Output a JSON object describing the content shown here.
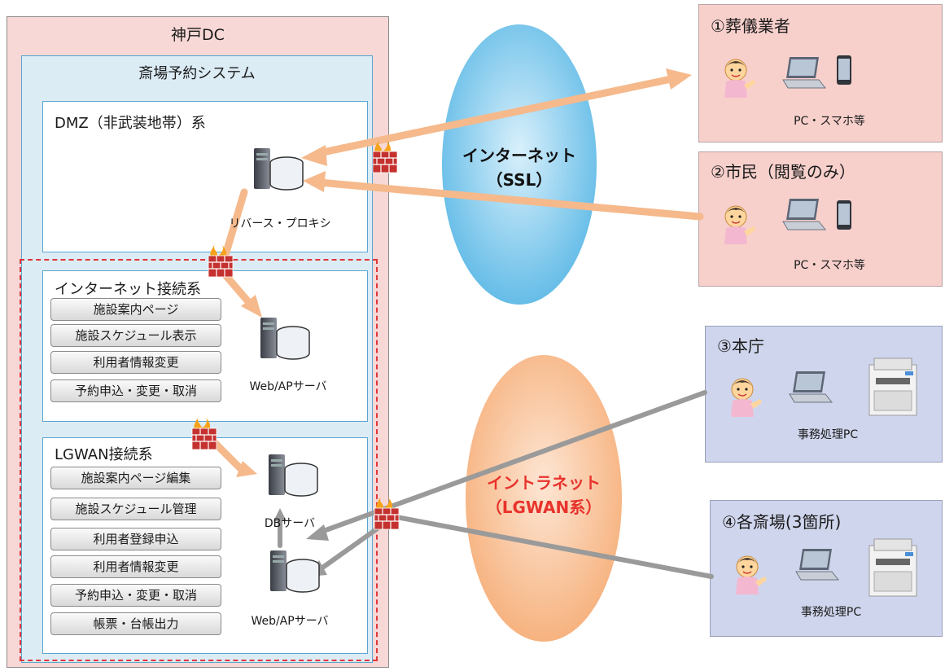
{
  "dc": {
    "title": "神戸DC"
  },
  "system": {
    "title": "斎場予約システム"
  },
  "zones": {
    "dmz": {
      "title": "DMZ（非武装地帯）系",
      "server": "リバース・プロキシ"
    },
    "internet": {
      "title": "インターネット接続系",
      "server": "Web/APサーバ",
      "functions": [
        "施設案内ページ",
        "施設スケジュール表示",
        "利用者情報変更",
        "予約申込・変更・取消"
      ]
    },
    "lgwan": {
      "title": "LGWAN接続系",
      "db_server": "DBサーバ",
      "web_server": "Web/APサーバ",
      "functions": [
        "施設案内ページ編集",
        "施設スケジュール管理",
        "利用者登録申込",
        "利用者情報変更",
        "予約申込・変更・取消",
        "帳票・台帳出力"
      ]
    }
  },
  "networks": {
    "internet": {
      "line1": "インターネット",
      "line2": "（SSL）"
    },
    "intranet": {
      "line1": "イントラネット",
      "line2": "（LGWAN系）"
    }
  },
  "clients": [
    {
      "title": "①葬儀業者",
      "device": "PC・スマホ等"
    },
    {
      "title": "②市民（閲覧のみ）",
      "device": "PC・スマホ等"
    },
    {
      "title": "③本庁",
      "device": "事務処理PC"
    },
    {
      "title": "④各斎場(3箇所)",
      "device": "事務処理PC"
    }
  ],
  "colors": {
    "dc_bg": "#f7d8d6",
    "system_bg": "#dcecf5",
    "zone_border": "#5aa6cf",
    "internet_ellipse": "#5bb8e6",
    "intranet_ellipse": "#f6b483",
    "dashed_border": "#e0353a",
    "intranet_text": "#e8332d",
    "arrow_orange": "#f5b98c",
    "arrow_gray": "#9a9a9a"
  }
}
